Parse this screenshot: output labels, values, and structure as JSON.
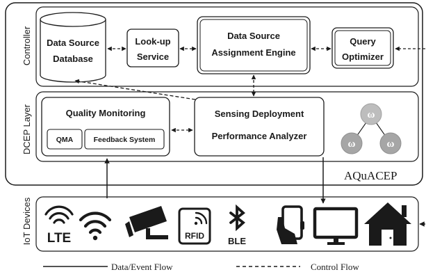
{
  "system_name": "AQuACEP",
  "side_labels": {
    "controller": "Controller",
    "dcep_layer": "DCEP Layer",
    "iot_devices": "IoT Devices"
  },
  "controller": {
    "database": [
      "Data Source",
      "Database"
    ],
    "lookup": [
      "Look-up",
      "Service"
    ],
    "assignment": [
      "Data Source",
      "Assignment Engine"
    ],
    "optimizer": [
      "Query",
      "Optimizer"
    ]
  },
  "dcep": {
    "quality_monitoring": "Quality Monitoring",
    "qma": "QMA",
    "feedback": "Feedback System",
    "analyzer": [
      "Sensing Deployment",
      "Performance Analyzer"
    ],
    "operator_symbol": "ω"
  },
  "devices": [
    {
      "name": "lte-icon",
      "label": "LTE"
    },
    {
      "name": "wifi-icon"
    },
    {
      "name": "camera-icon"
    },
    {
      "name": "rfid-icon",
      "label": "RFID"
    },
    {
      "name": "ble-icon",
      "label": "BLE"
    },
    {
      "name": "smartphone-icon"
    },
    {
      "name": "monitor-icon"
    },
    {
      "name": "house-icon"
    }
  ],
  "legend": {
    "data_flow": "Data/Event Flow",
    "control_flow": "Control Flow"
  },
  "colors": {
    "stroke": "#1a1a1a",
    "operator_fill": "#a6a6a6",
    "operator_top_fill": "#bdbdbd"
  }
}
